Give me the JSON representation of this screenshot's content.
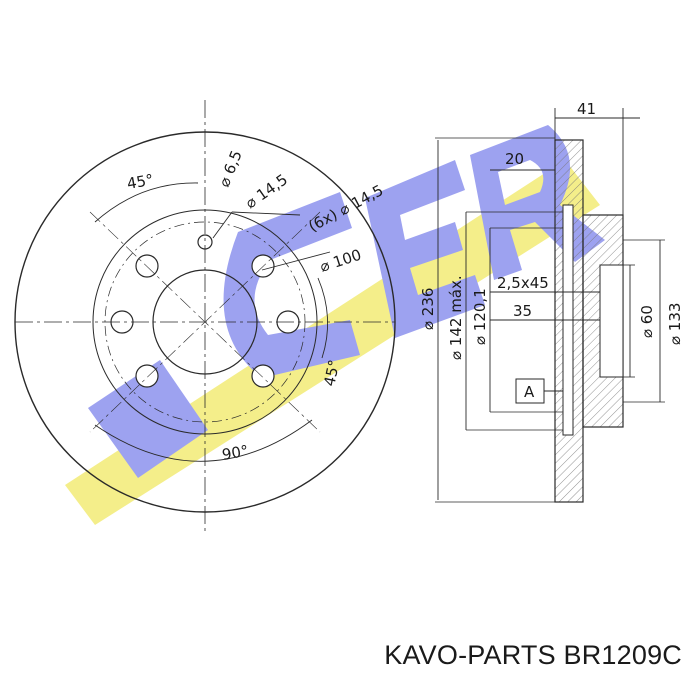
{
  "logo": {
    "text": "ICER",
    "colors": {
      "yellow": "#f4ee8a",
      "blue": "#9da2f0"
    }
  },
  "front_view": {
    "angle_top": "45°",
    "angle_right": "45°",
    "angle_bottom": "90°",
    "hole_dia": "⌀ 6,5",
    "bolt_dia_1": "⌀ 14,5",
    "bolt_dia_2": "(6x) ⌀ 14,5",
    "pcd": "⌀ 100"
  },
  "side_view": {
    "thickness": "41",
    "offset": "20",
    "chamfer": "2,5x45",
    "depth": "35",
    "disc_dia": "⌀ 236",
    "max_dia": "⌀ 142 máx.",
    "hub_dia": "⌀ 120,1",
    "center_dia": "⌀ 60",
    "hat_dia": "⌀ 133",
    "datum": "A"
  },
  "caption": {
    "brand": "KAVO-PARTS",
    "part_number": "BR1209C"
  }
}
